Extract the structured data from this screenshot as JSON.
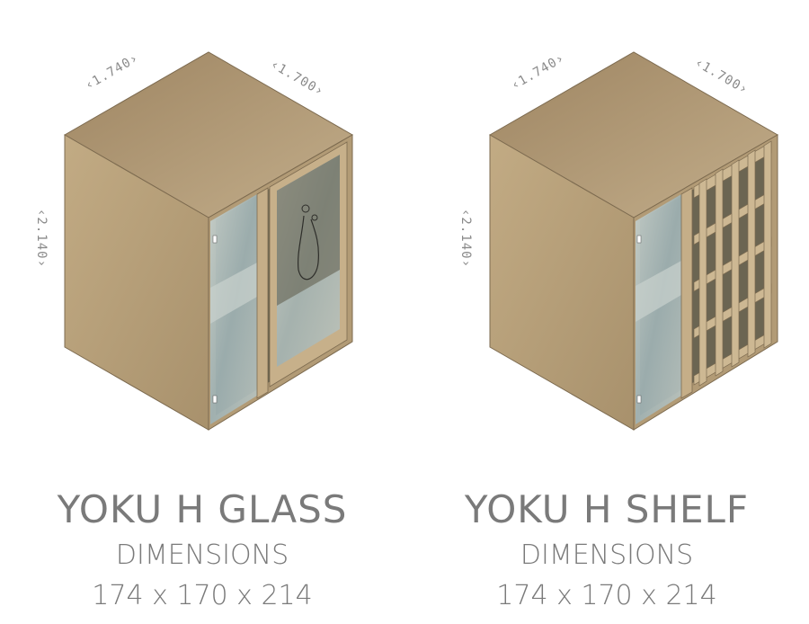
{
  "products": [
    {
      "id": "glass",
      "title": "YOKU H GLASS",
      "subtitle": "DIMENSIONS",
      "size": "174 x 170 x 214",
      "dims": {
        "width": "‹1.740›",
        "depth": "‹1.700›",
        "height": "‹2.140›"
      }
    },
    {
      "id": "shelf",
      "title": "YOKU H SHELF",
      "subtitle": "DIMENSIONS",
      "size": "174 x 170 x 214",
      "dims": {
        "width": "‹1.740›",
        "depth": "‹1.700›",
        "height": "‹2.140›"
      }
    }
  ],
  "colors": {
    "wood_top": "#b39a73",
    "wood_side": "#b9a27c",
    "wood_dark": "#8d7a5d",
    "glass": "#aeb9b6",
    "interior": "#6f6a55",
    "text": "#7a7a7a"
  }
}
